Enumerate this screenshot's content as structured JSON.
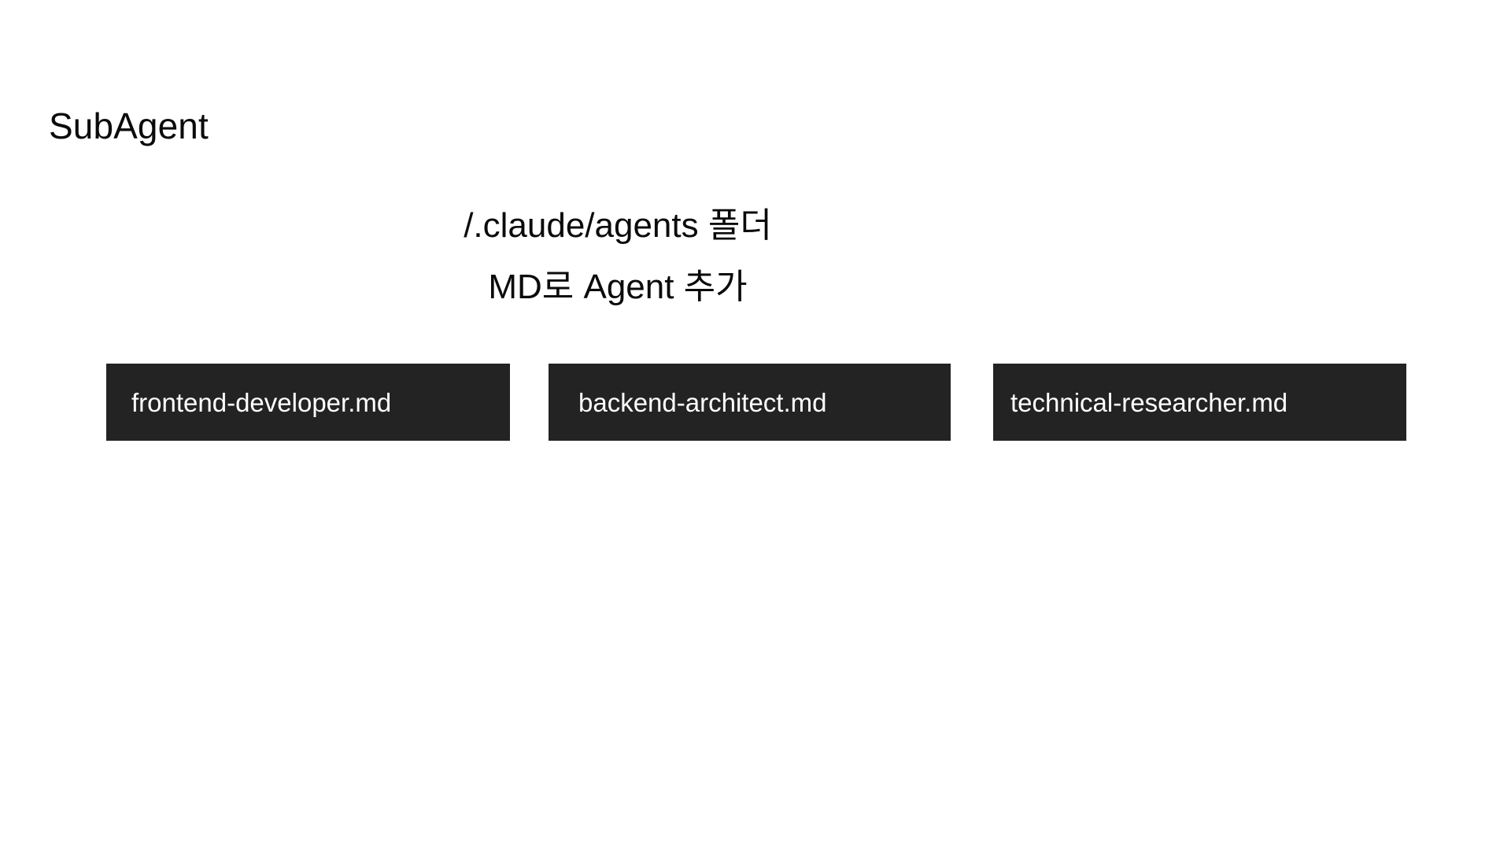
{
  "slide": {
    "title": "SubAgent",
    "background_color": "#ffffff",
    "text_color": "#0b0b0b",
    "caption": {
      "line1": "/.claude/agents 폴더",
      "line2": "MD로 Agent 추가"
    },
    "chip_color": "#232323",
    "chip_text_color": "#ffffff",
    "agent_files": [
      {
        "name": "frontend-developer.md"
      },
      {
        "name": "backend-architect.md"
      },
      {
        "name": "technical-researcher.md"
      }
    ]
  }
}
